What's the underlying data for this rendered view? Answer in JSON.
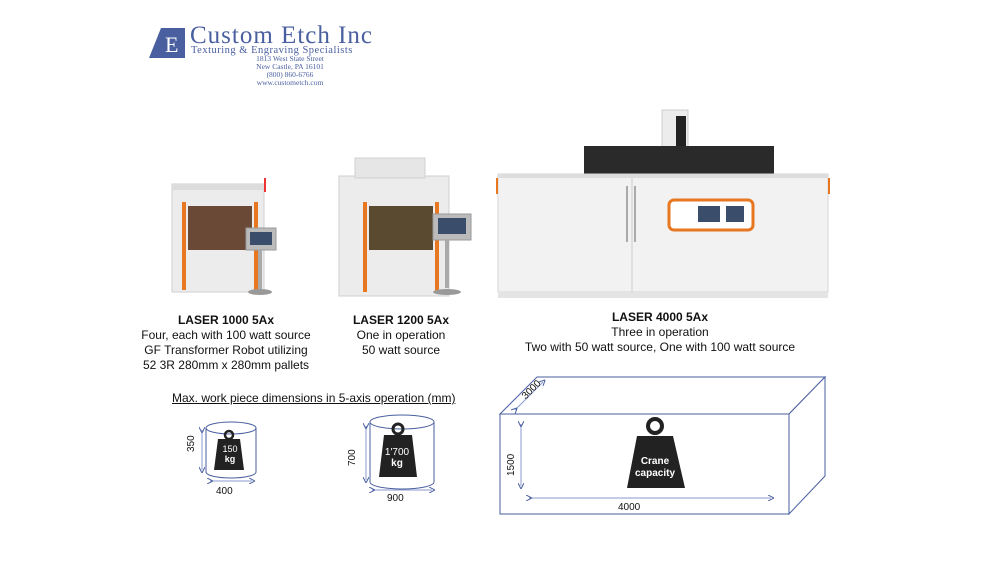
{
  "logo": {
    "name": "Custom Etch Inc",
    "tagline": "Texturing & Engraving Specialists",
    "address": [
      "1813 West State Street",
      "New Castle, PA 16101",
      "(800) 860-6766",
      "www.custometch.com"
    ]
  },
  "machines": [
    {
      "title": "LASER 1000 5Ax",
      "lines": [
        "Four, each with 100 watt source",
        "GF Transformer Robot utilizing",
        "52 3R 280mm x 280mm pallets"
      ]
    },
    {
      "title": "LASER 1200 5Ax",
      "lines": [
        "One in operation",
        "50 watt source"
      ]
    },
    {
      "title": "LASER 4000 5Ax",
      "lines": [
        "Three in operation",
        "Two with 50 watt source, One with 100 watt source"
      ]
    }
  ],
  "dims_heading": "Max. work piece dimensions in 5-axis operation (mm)",
  "pieces": [
    {
      "height": "350",
      "width": "400",
      "weight": "150",
      "unit": "kg"
    },
    {
      "height": "700",
      "width": "900",
      "weight": "1'700",
      "unit": "kg"
    }
  ],
  "box": {
    "depth": "3000",
    "height": "1500",
    "width": "4000",
    "weight_label_1": "Crane",
    "weight_label_2": "capacity"
  }
}
